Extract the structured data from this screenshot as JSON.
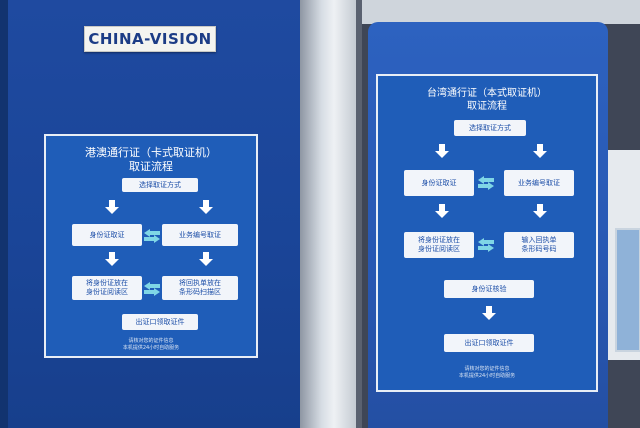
{
  "brand": "CHINA-VISION",
  "left_poster": {
    "title_line1": "港澳通行证（卡式取证机）",
    "title_line2": "取证流程",
    "step_select": "选择取证方式",
    "step_id_card": "身份证取证",
    "step_business_no": "业务编号取证",
    "step_place_id_1": "将身份证放在",
    "step_place_id_2": "身份证阅读区",
    "step_place_receipt_1": "将回执单放在",
    "step_place_receipt_2": "条形码扫描区",
    "step_collect": "出证口领取证件",
    "footer_1": "请核对您的证件信息",
    "footer_2": "本机提供24小时自助服务"
  },
  "right_poster": {
    "title_line1": "台湾通行证（本式取证机）",
    "title_line2": "取证流程",
    "step_select": "选择取证方式",
    "step_id_card": "身份证取证",
    "step_business_no": "业务编号取证",
    "step_place_id_1": "将身份证放在",
    "step_place_id_2": "身份证阅读区",
    "step_input_1": "输入回执单",
    "step_input_2": "条形码号码",
    "step_verify": "身份证核验",
    "step_collect": "出证口领取证件",
    "footer_1": "请核对您的证件信息",
    "footer_2": "本机提供24小时自助服务"
  }
}
